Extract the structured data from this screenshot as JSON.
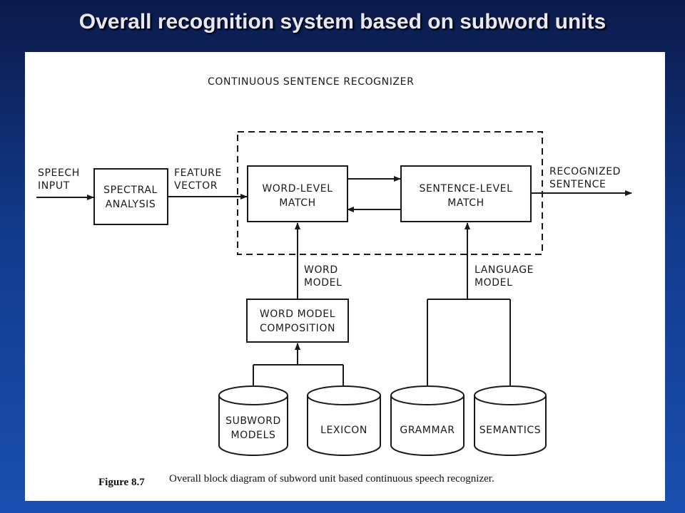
{
  "slide": {
    "title": "Overall recognition system based on subword units"
  },
  "diagram": {
    "container_label": "CONTINUOUS SENTENCE RECOGNIZER",
    "nodes": {
      "speech_input": [
        "SPEECH",
        "INPUT"
      ],
      "spectral_analysis": [
        "SPECTRAL",
        "ANALYSIS"
      ],
      "feature_vector": [
        "FEATURE",
        "VECTOR"
      ],
      "word_level_match": [
        "WORD-LEVEL",
        "MATCH"
      ],
      "sentence_level_match": [
        "SENTENCE-LEVEL",
        "MATCH"
      ],
      "recognized_sentence": [
        "RECOGNIZED",
        "SENTENCE"
      ],
      "word_model": [
        "WORD",
        "MODEL"
      ],
      "language_model": [
        "LANGUAGE",
        "MODEL"
      ],
      "word_model_composition": [
        "WORD MODEL",
        "COMPOSITION"
      ],
      "subword_models": [
        "SUBWORD",
        "MODELS"
      ],
      "lexicon": "LEXICON",
      "grammar": "GRAMMAR",
      "semantics": "SEMANTICS"
    },
    "edges": [
      {
        "from": "speech_input",
        "to": "spectral_analysis"
      },
      {
        "from": "spectral_analysis",
        "to": "word_level_match",
        "label": "FEATURE VECTOR"
      },
      {
        "from": "word_level_match",
        "to": "sentence_level_match"
      },
      {
        "from": "sentence_level_match",
        "to": "word_level_match"
      },
      {
        "from": "sentence_level_match",
        "to": "recognized_sentence"
      },
      {
        "from": "word_model_composition",
        "to": "word_level_match",
        "label": "WORD MODEL"
      },
      {
        "from": "subword_models",
        "to": "word_model_composition"
      },
      {
        "from": "lexicon",
        "to": "word_model_composition"
      },
      {
        "from": "grammar",
        "to": "sentence_level_match",
        "label": "LANGUAGE MODEL"
      },
      {
        "from": "semantics",
        "to": "sentence_level_match",
        "label": "LANGUAGE MODEL"
      }
    ]
  },
  "caption": {
    "number": "Figure 8.7",
    "text": "Overall block diagram of subword unit based continuous speech recognizer."
  }
}
